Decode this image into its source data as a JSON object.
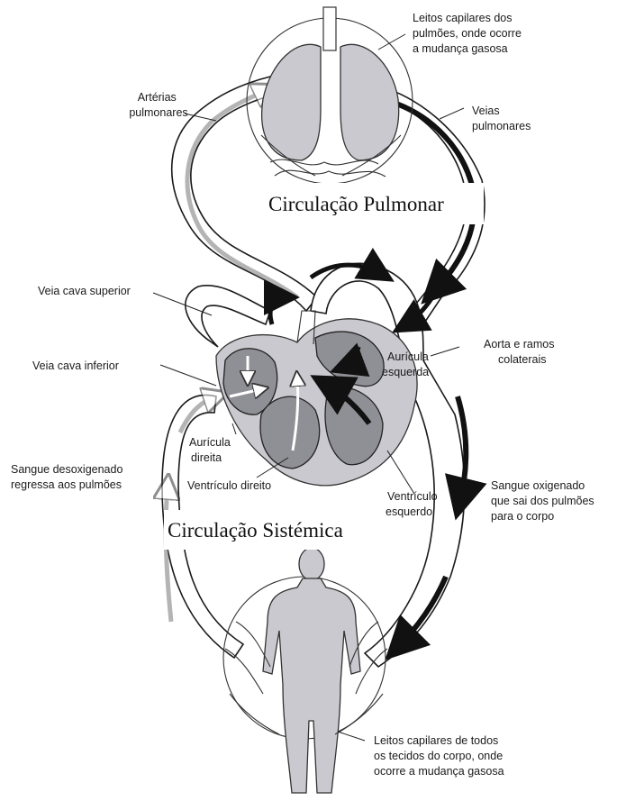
{
  "diagram": {
    "section_titles": {
      "pulmonary": "Circulação Pulmonar",
      "systemic": "Circulação  Sistémica"
    },
    "labels": {
      "lung_capillaries": [
        "Leitos capilares dos",
        "pulmões, onde ocorre",
        "a mudança gasosa"
      ],
      "pulmonary_arteries": [
        "Artérias",
        "pulmonares"
      ],
      "pulmonary_veins": [
        "Veias",
        "pulmonares"
      ],
      "superior_vena_cava": [
        "Veia cava superior"
      ],
      "inferior_vena_cava": [
        "Veia cava inferior"
      ],
      "aorta": [
        "Aorta e ramos",
        "colaterais"
      ],
      "left_atrium": [
        "Aurícula",
        "esquerda"
      ],
      "right_atrium": [
        "Aurícula",
        "direita"
      ],
      "right_ventricle": [
        "Ventrículo direito"
      ],
      "left_ventricle": [
        "Ventrículo",
        "esquerdo"
      ],
      "deoxygenated_blood": [
        "Sangue desoxigenado",
        "regressa aos pulmões"
      ],
      "oxygenated_blood": [
        "Sangue oxigenado",
        "que sai dos pulmões",
        "para o corpo"
      ],
      "body_capillaries": [
        "Leitos capilares de todos",
        "os tecidos do corpo, onde",
        "ocorre a mudança gasosa"
      ]
    },
    "colors": {
      "oxygenated_arrow": "#111111",
      "deoxygenated_arrow": "#ffffff",
      "chamber_fill": "#8f8f96",
      "organ_fill": "#c9c9cf"
    }
  }
}
